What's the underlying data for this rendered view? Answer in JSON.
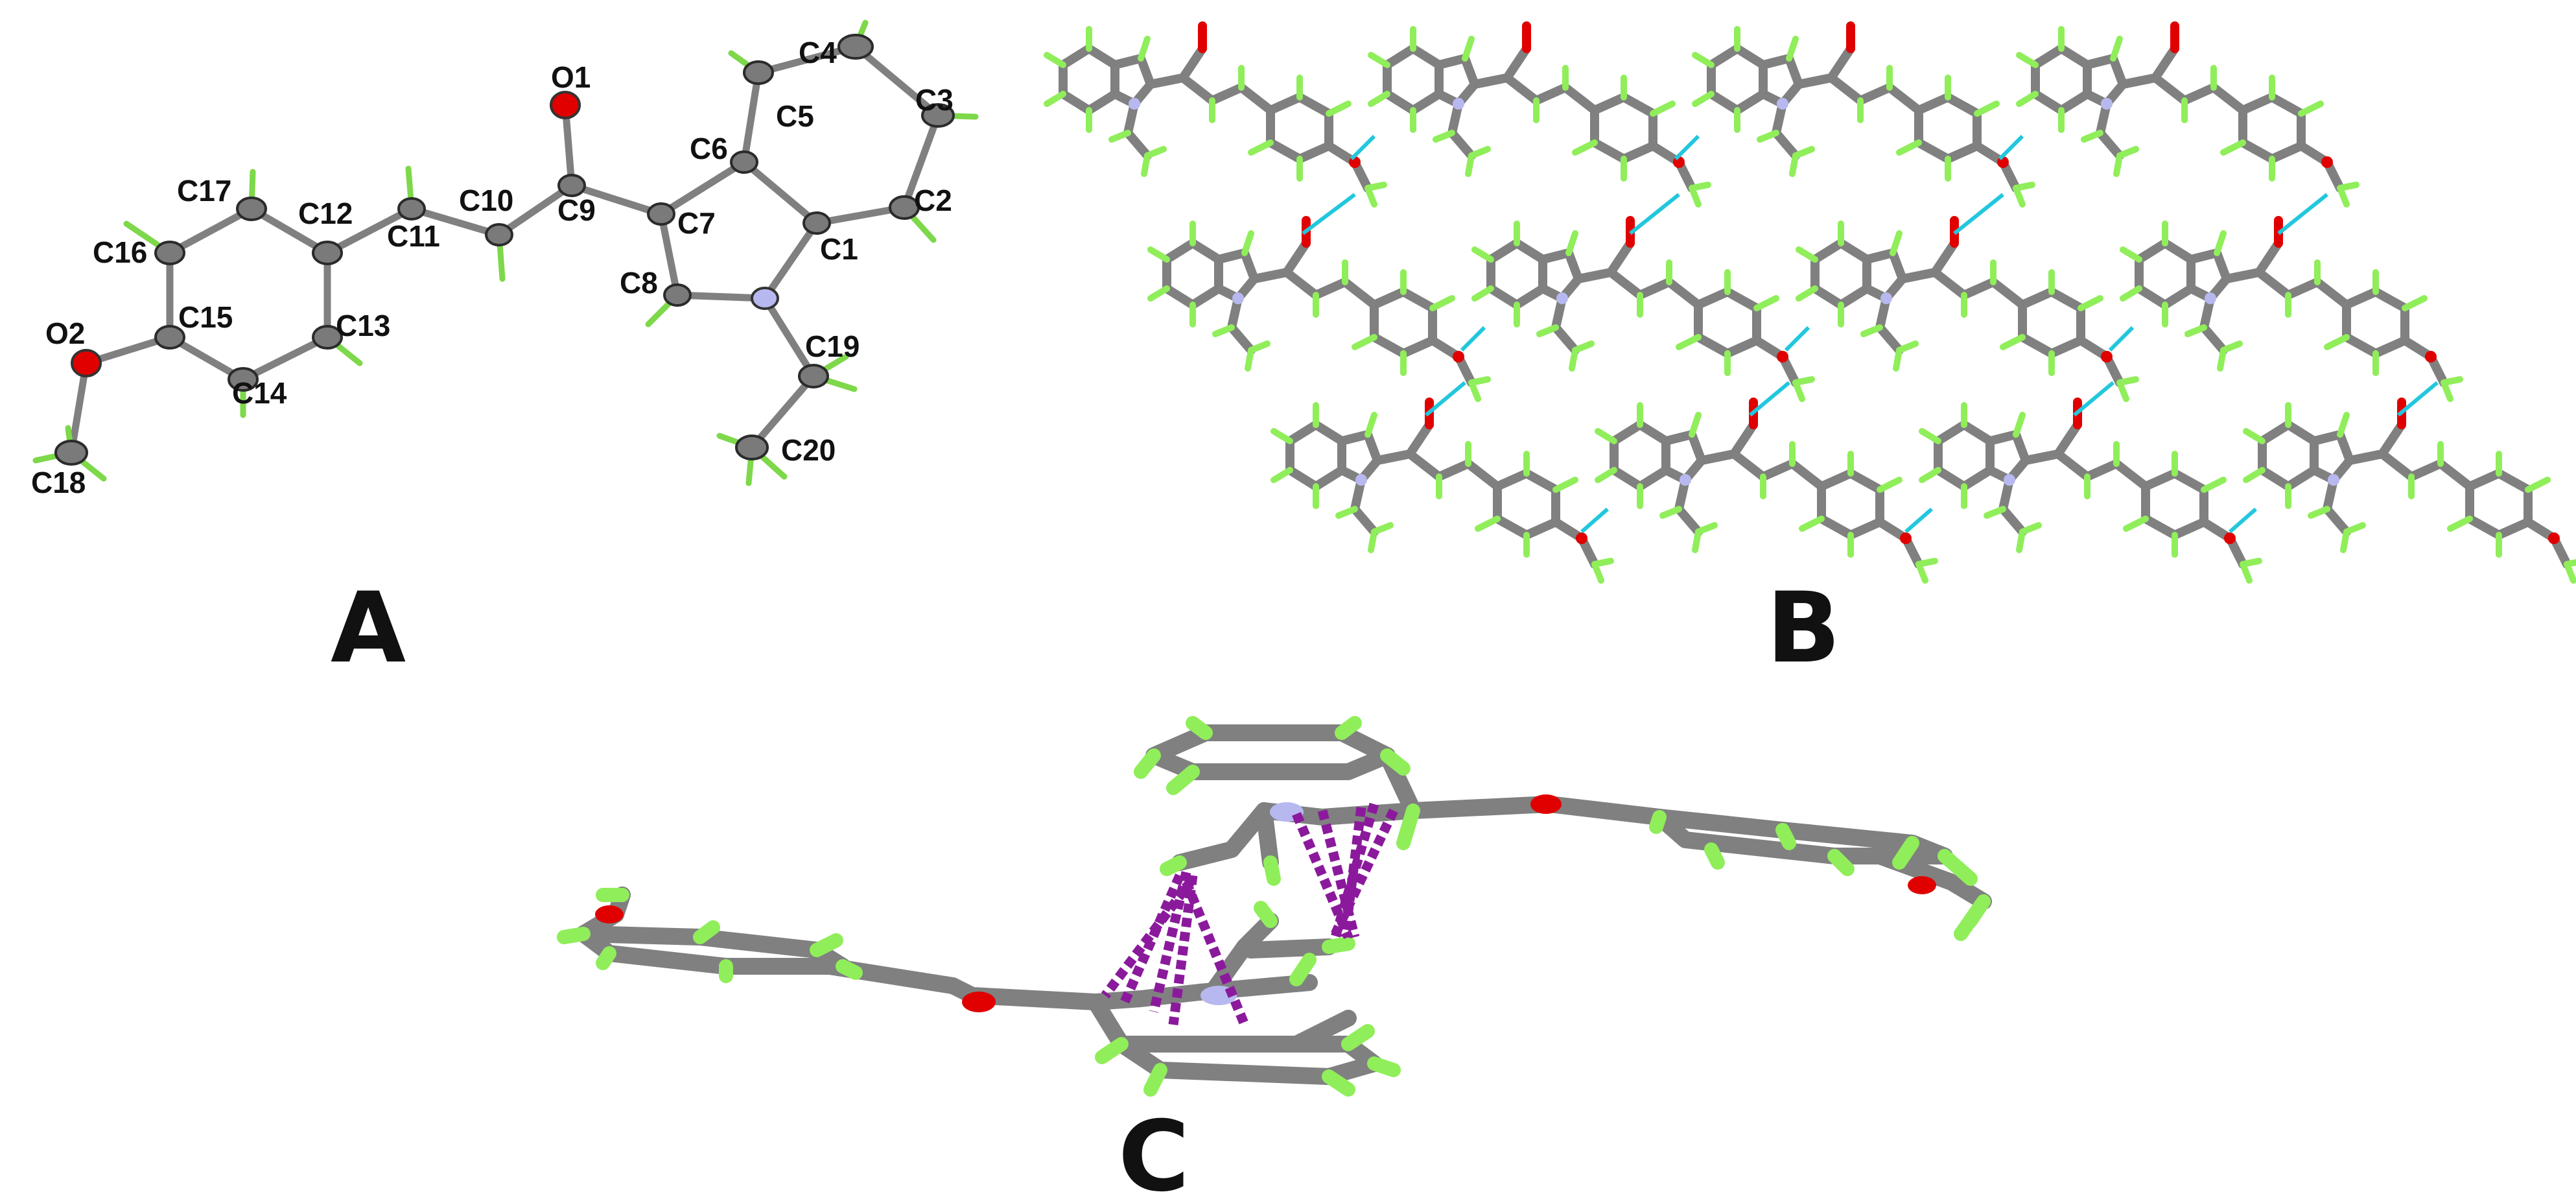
{
  "panels": [
    {
      "id": "A",
      "label": "A"
    },
    {
      "id": "B",
      "label": "B"
    },
    {
      "id": "C",
      "label": "C"
    }
  ],
  "atom_labels": {
    "O1": "O1",
    "O2": "O2",
    "C1": "C1",
    "C2": "C2",
    "C3": "C3",
    "C4": "C4",
    "C5": "C5",
    "C6": "C6",
    "C7": "C7",
    "C8": "C8",
    "C9": "C9",
    "C10": "C10",
    "C11": "C11",
    "C12": "C12",
    "C13": "C13",
    "C14": "C14",
    "C15": "C15",
    "C16": "C16",
    "C17": "C17",
    "C18": "C18",
    "C19": "C19",
    "C20": "C20"
  },
  "colors": {
    "carbon": "#808080",
    "carbon_edge": "#2b2b2b",
    "hydrogen": "#90ee5a",
    "oxygen": "#e00000",
    "nitrogen": "#b8b8f0",
    "hbond": "#22c7dd",
    "pi_interaction": "#8a1a9b",
    "label": "#111111"
  }
}
